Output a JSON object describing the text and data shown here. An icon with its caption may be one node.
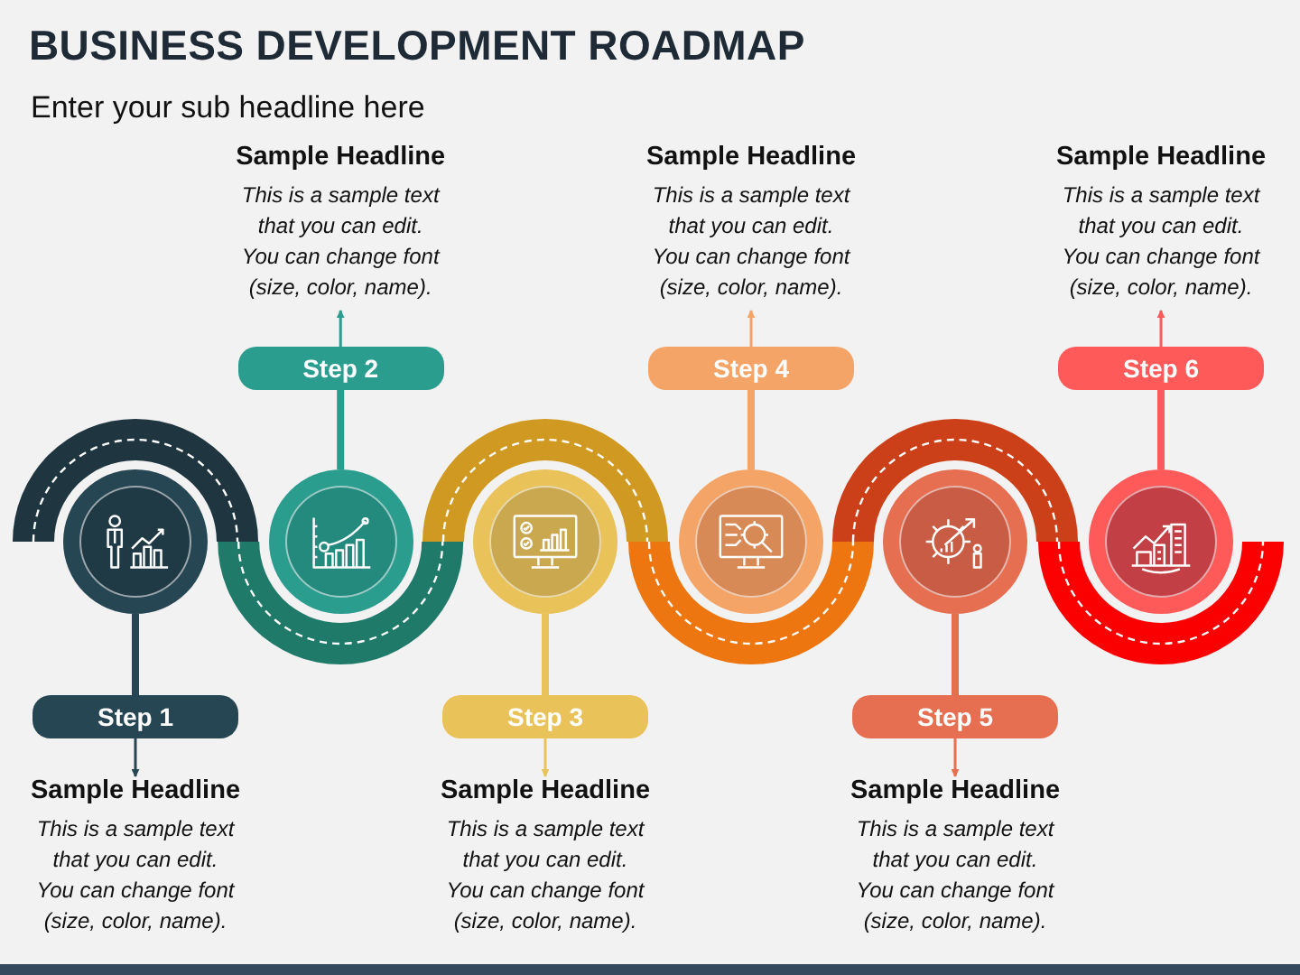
{
  "diagram": {
    "title": "BUSINESS DEVELOPMENT ROADMAP",
    "nodes": [
      {
        "text": [],
        "shape": "circle"
      },
      {
        "text": [
          "Step 1"
        ]
      },
      {
        "text": [
          "Sample Headline",
          "This is a sample text that you can edit. You can change font (size, color, name)."
        ]
      },
      {
        "text": [],
        "shape": "circle"
      },
      {
        "text": [
          "Step 2"
        ]
      },
      {
        "text": [
          "Sample Headline",
          "This is a sample text that you can edit. You can change font (size, color, name)."
        ]
      },
      {
        "text": [],
        "shape": "circle"
      },
      {
        "text": [
          "Step 3"
        ]
      },
      {
        "text": [
          "Sample Headline",
          "This is a sample text that you can edit. You can change font (size, color, name)."
        ]
      },
      {
        "text": [],
        "shape": "circle"
      },
      {
        "text": [
          "Step 4"
        ]
      },
      {
        "text": [
          "Sample Headline",
          "This is a sample text that you can edit. You can change font (size, color, name)."
        ]
      },
      {
        "text": [],
        "shape": "circle"
      },
      {
        "text": [
          "Step 5"
        ]
      },
      {
        "text": [
          "Sample Headline",
          "This is a sample text that you can edit. You can change font (size, color, name)."
        ]
      },
      {
        "text": [],
        "shape": "circle"
      },
      {
        "text": [
          "Step 6"
        ]
      },
      {
        "text": [
          "Sample Headline",
          "This is a sample text that you can edit. You can change font (size, color, name)."
        ]
      }
    ],
    "edges": [
      {
        "from": 0,
        "to": 1,
        "arrow": "none",
        "style": "thick",
        "color": "#264653"
      },
      {
        "from": 1,
        "to": 2,
        "arrow": "to",
        "color": "#264653"
      },
      {
        "from": 3,
        "to": 4,
        "arrow": "none",
        "style": "thick",
        "color": "#2a9d8f"
      },
      {
        "from": 4,
        "to": 5,
        "arrow": "to",
        "color": "#2a9d8f"
      },
      {
        "from": 6,
        "to": 7,
        "arrow": "none",
        "style": "thick",
        "color": "#e9c25a"
      },
      {
        "from": 7,
        "to": 8,
        "arrow": "to",
        "color": "#e9c25a"
      },
      {
        "from": 9,
        "to": 10,
        "arrow": "none",
        "style": "thick",
        "color": "#f4a466"
      },
      {
        "from": 10,
        "to": 11,
        "arrow": "to",
        "color": "#f4a466"
      },
      {
        "from": 12,
        "to": 13,
        "arrow": "none",
        "style": "thick",
        "color": "#e76f51"
      },
      {
        "from": 13,
        "to": 14,
        "arrow": "to",
        "color": "#e76f51"
      },
      {
        "from": 15,
        "to": 16,
        "arrow": "none",
        "style": "thick",
        "color": "#ff5a5a"
      },
      {
        "from": 16,
        "to": 17,
        "arrow": "to",
        "color": "#ff5a5a"
      }
    ],
    "labels": [
      "Enter your sub headline here"
    ]
  }
}
